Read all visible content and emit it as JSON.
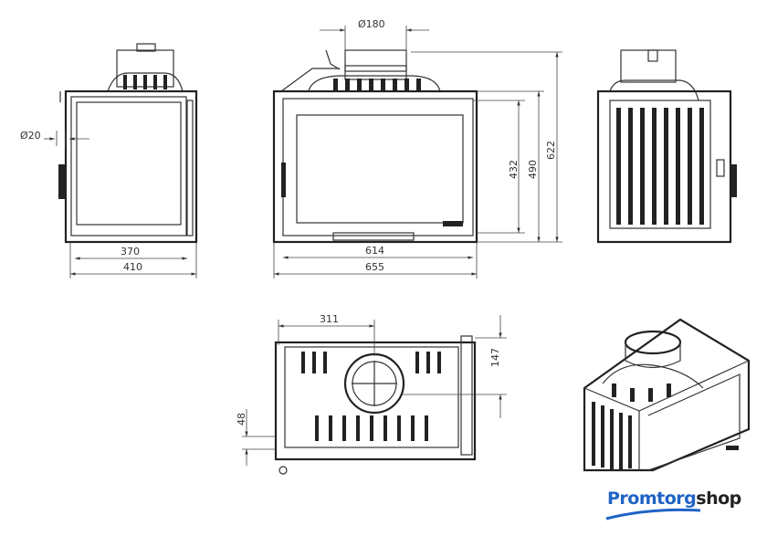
{
  "drawing": {
    "front_view": {
      "flue_diameter": "Ø180",
      "inner_width": "614",
      "outer_width": "655",
      "glass_height": "432",
      "body_height": "490",
      "total_height": "622"
    },
    "side_view": {
      "inlet_diameter": "Ø20",
      "inner_depth": "370",
      "outer_depth": "410"
    },
    "top_view": {
      "flue_offset": "311",
      "flue_depth": "147",
      "base_offset": "48"
    }
  },
  "brand": {
    "part1": "Promtorg",
    "part2": "shop",
    "color": "#1f63c6"
  }
}
